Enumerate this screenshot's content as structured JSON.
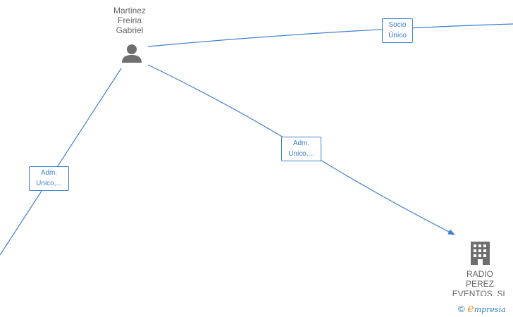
{
  "person": {
    "name_lines": [
      "Martinez",
      "Freiria",
      "Gabriel"
    ],
    "icon": "person-icon"
  },
  "company": {
    "name_lines": [
      "RADIO",
      "PEREZ",
      "EVENTOS, SL"
    ],
    "icon": "building-icon"
  },
  "edges": {
    "socio": {
      "lines": [
        "Socio",
        "Único"
      ]
    },
    "adm_company": {
      "lines": [
        "Adm.",
        "Unico,..."
      ]
    },
    "adm_left": {
      "lines": [
        "Adm.",
        "Unico,..."
      ]
    }
  },
  "watermark": {
    "copyright": "©",
    "brand_e": "e",
    "brand_rest": "mpresia"
  },
  "colors": {
    "edge": "#3f7fd0",
    "node_icon": "#6e6e6e",
    "node_text": "#666666",
    "brand_blue": "#2b7bb9",
    "brand_orange": "#f08a24"
  }
}
